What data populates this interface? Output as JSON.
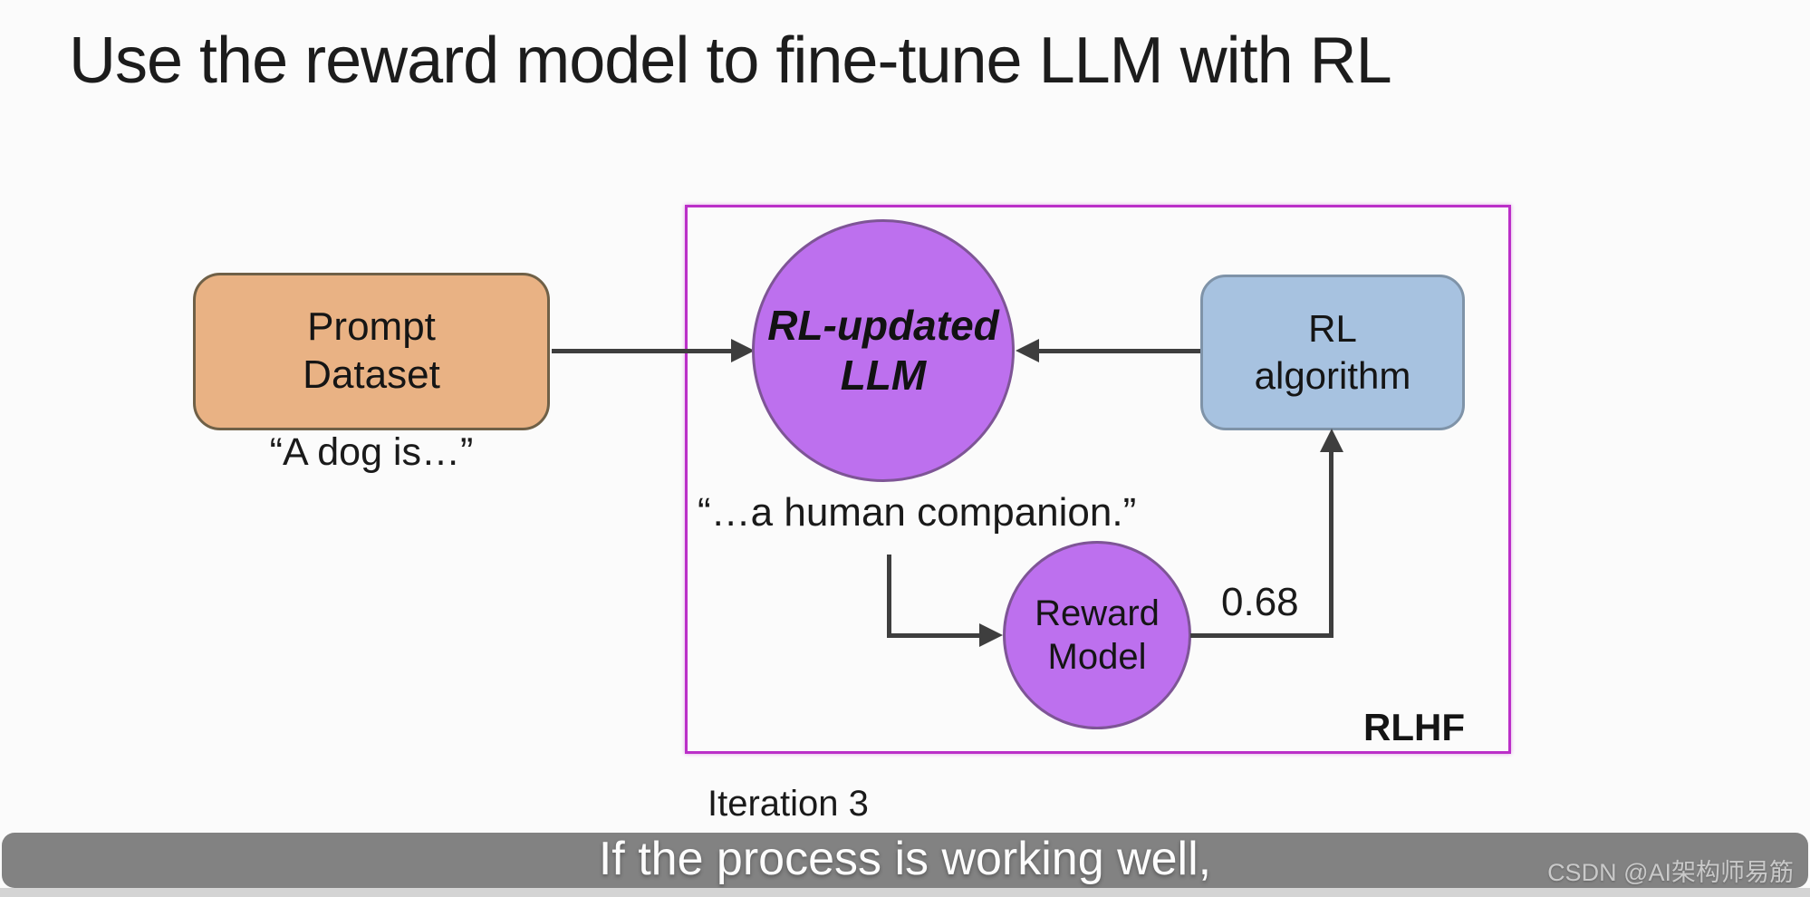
{
  "slide": {
    "title": "Use the reward model to fine-tune LLM with RL",
    "diagram": {
      "prompt_dataset": {
        "line1": "Prompt",
        "line2": "Dataset"
      },
      "prompt_example": "“A dog is…”",
      "rl_updated_llm": {
        "line1": "RL-updated",
        "line2": "LLM"
      },
      "rl_algorithm": {
        "line1": "RL",
        "line2": "algorithm"
      },
      "completion_example": "“…a human companion.”",
      "reward_model": {
        "line1": "Reward",
        "line2": "Model"
      },
      "reward_score": "0.68",
      "rlhf_label": "RLHF",
      "iteration_label": "Iteration 3"
    },
    "colors": {
      "prompt_box_fill": "#e9b284",
      "llm_circle_fill": "#bd70ee",
      "rl_box_fill": "#a7c2e0",
      "rlhf_border": "#bb2fc8",
      "arrow": "#3e3e3e",
      "caption_bar": "#828282"
    }
  },
  "caption": {
    "text": "If the process is working well,"
  },
  "watermark": {
    "text": "CSDN @AI架构师易筋"
  }
}
